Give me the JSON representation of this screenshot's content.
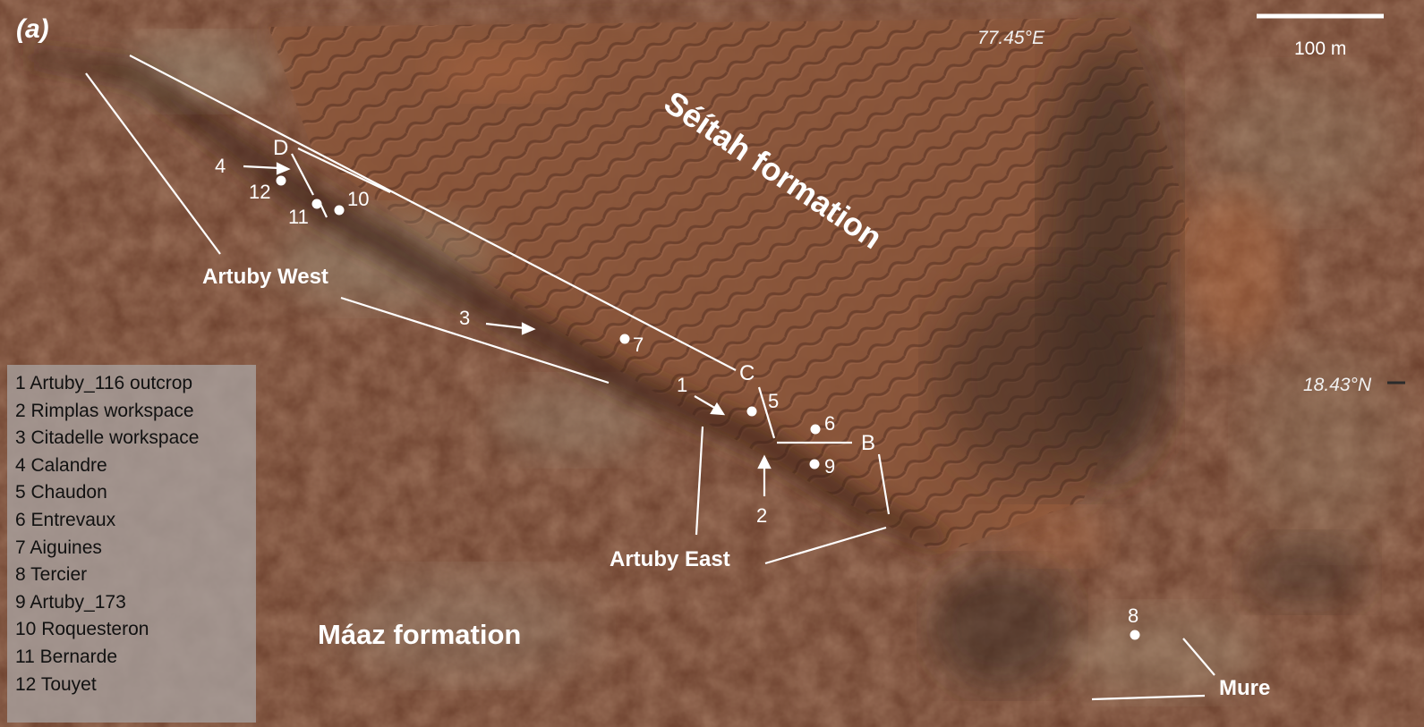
{
  "panel_label": "(a)",
  "scale_bar": {
    "label": "100 m"
  },
  "coordinates": {
    "longitude": "77.45°E",
    "latitude": "18.43°N"
  },
  "formations": {
    "seitah": "Séítah formation",
    "maaz": "Máaz formation"
  },
  "areas": {
    "artuby_west": "Artuby West",
    "artuby_east": "Artuby East",
    "mure": "Mure"
  },
  "letters": {
    "b": "B",
    "c": "C",
    "d": "D"
  },
  "site_labels": {
    "s1": "1",
    "s2": "2",
    "s3": "3",
    "s4": "4",
    "s5": "5",
    "s6": "6",
    "s7": "7",
    "s8": "8",
    "s9": "9",
    "s10": "10",
    "s11": "11",
    "s12": "12"
  },
  "legend": [
    "1 Artuby_116 outcrop",
    "2 Rimplas workspace",
    "3 Citadelle workspace",
    "4 Calandre",
    "5 Chaudon",
    "6 Entrevaux",
    "7 Aiguines",
    "8 Tercier",
    "9 Artuby_173",
    "10 Roquesteron",
    "11 Bernarde",
    "12 Touyet"
  ],
  "colors": {
    "terrain_base": "#6b3f2c",
    "dune_field": "#8a5438",
    "dark_sand": "#3a2a22",
    "annotation": "#ffffff"
  }
}
